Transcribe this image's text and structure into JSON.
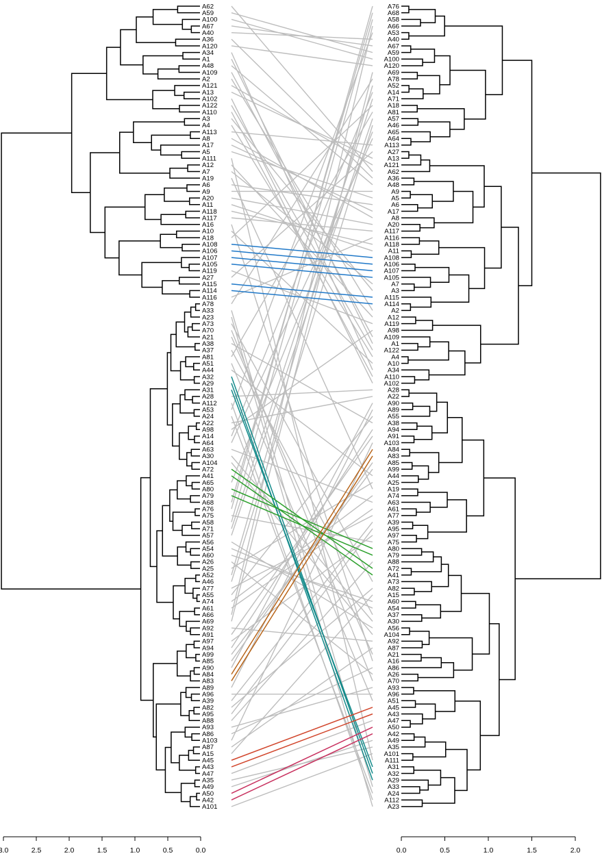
{
  "left_tree": {
    "leaves": [
      "A62",
      "A59",
      "A100",
      "A67",
      "A40",
      "A36",
      "A120",
      "A34",
      "A1",
      "A48",
      "A109",
      "A2",
      "A121",
      "A13",
      "A102",
      "A122",
      "A110",
      "A3",
      "A4",
      "A113",
      "A8",
      "A17",
      "A5",
      "A111",
      "A12",
      "A7",
      "A19",
      "A6",
      "A9",
      "A20",
      "A11",
      "A118",
      "A117",
      "A16",
      "A10",
      "A18",
      "A108",
      "A106",
      "A107",
      "A105",
      "A119",
      "A27",
      "A115",
      "A114",
      "A116",
      "A78",
      "A33",
      "A23",
      "A73",
      "A70",
      "A21",
      "A38",
      "A37",
      "A81",
      "A51",
      "A44",
      "A32",
      "A29",
      "A31",
      "A28",
      "A112",
      "A53",
      "A24",
      "A22",
      "A98",
      "A14",
      "A64",
      "A63",
      "A30",
      "A104",
      "A72",
      "A41",
      "A65",
      "A80",
      "A79",
      "A68",
      "A76",
      "A75",
      "A58",
      "A71",
      "A57",
      "A56",
      "A54",
      "A60",
      "A26",
      "A25",
      "A52",
      "A46",
      "A77",
      "A55",
      "A74",
      "A61",
      "A66",
      "A69",
      "A92",
      "A91",
      "A97",
      "A94",
      "A99",
      "A85",
      "A90",
      "A84",
      "A83",
      "A89",
      "A96",
      "A39",
      "A82",
      "A95",
      "A88",
      "A93",
      "A86",
      "A103",
      "A87",
      "A15",
      "A45",
      "A43",
      "A47",
      "A35",
      "A49",
      "A50",
      "A42",
      "A101"
    ],
    "axis": {
      "ticks": [
        "3.0",
        "2.5",
        "2.0",
        "1.5",
        "1.0",
        "0.5",
        "0.0"
      ],
      "values": [
        3.0,
        2.5,
        2.0,
        1.5,
        1.0,
        0.5,
        0.0
      ],
      "range": [
        3.2,
        0.0
      ]
    }
  },
  "right_tree": {
    "leaves": [
      "A76",
      "A68",
      "A58",
      "A66",
      "A53",
      "A40",
      "A67",
      "A59",
      "A100",
      "A120",
      "A69",
      "A78",
      "A52",
      "A14",
      "A71",
      "A18",
      "A81",
      "A57",
      "A46",
      "A65",
      "A64",
      "A113",
      "A27",
      "A13",
      "A121",
      "A62",
      "A36",
      "A48",
      "A9",
      "A5",
      "A6",
      "A17",
      "A8",
      "A20",
      "A117",
      "A116",
      "A118",
      "A11",
      "A108",
      "A106",
      "A107",
      "A105",
      "A7",
      "A3",
      "A115",
      "A114",
      "A2",
      "A12",
      "A119",
      "A98",
      "A109",
      "A1",
      "A122",
      "A4",
      "A10",
      "A34",
      "A110",
      "A102",
      "A28",
      "A22",
      "A90",
      "A89",
      "A55",
      "A38",
      "A94",
      "A91",
      "A103",
      "A84",
      "A83",
      "A85",
      "A99",
      "A44",
      "A25",
      "A19",
      "A74",
      "A63",
      "A61",
      "A77",
      "A39",
      "A95",
      "A97",
      "A75",
      "A80",
      "A79",
      "A88",
      "A72",
      "A41",
      "A73",
      "A82",
      "A15",
      "A60",
      "A54",
      "A37",
      "A30",
      "A56",
      "A104",
      "A92",
      "A87",
      "A21",
      "A16",
      "A86",
      "A26",
      "A70",
      "A93",
      "A96",
      "A51",
      "A45",
      "A43",
      "A47",
      "A50",
      "A42",
      "A49",
      "A35",
      "A101",
      "A111",
      "A31",
      "A32",
      "A29",
      "A33",
      "A24",
      "A112",
      "A23"
    ],
    "axis": {
      "ticks": [
        "0.0",
        "0.5",
        "1.0",
        "1.5",
        "2.0"
      ],
      "values": [
        0.0,
        0.5,
        1.0,
        1.5,
        2.0
      ],
      "range": [
        0.0,
        2.05
      ]
    }
  },
  "highlight_groups": [
    {
      "color": "#1f78c8",
      "leaves": [
        "A108",
        "A106",
        "A107",
        "A105",
        "A115",
        "A114"
      ]
    },
    {
      "color": "#138a8a",
      "leaves": [
        "A32",
        "A29",
        "A31"
      ]
    },
    {
      "color": "#2ca02c",
      "leaves": [
        "A72",
        "A41",
        "A80",
        "A79"
      ]
    },
    {
      "color": "#b8651a",
      "leaves": [
        "A84",
        "A83"
      ]
    },
    {
      "color": "#d1452b",
      "leaves": [
        "A45",
        "A43"
      ]
    },
    {
      "color": "#c8315f",
      "leaves": [
        "A50",
        "A42"
      ]
    }
  ],
  "colors": {
    "connector_default": "#bdbdbd",
    "tree": "#000000",
    "axis": "#000000"
  }
}
